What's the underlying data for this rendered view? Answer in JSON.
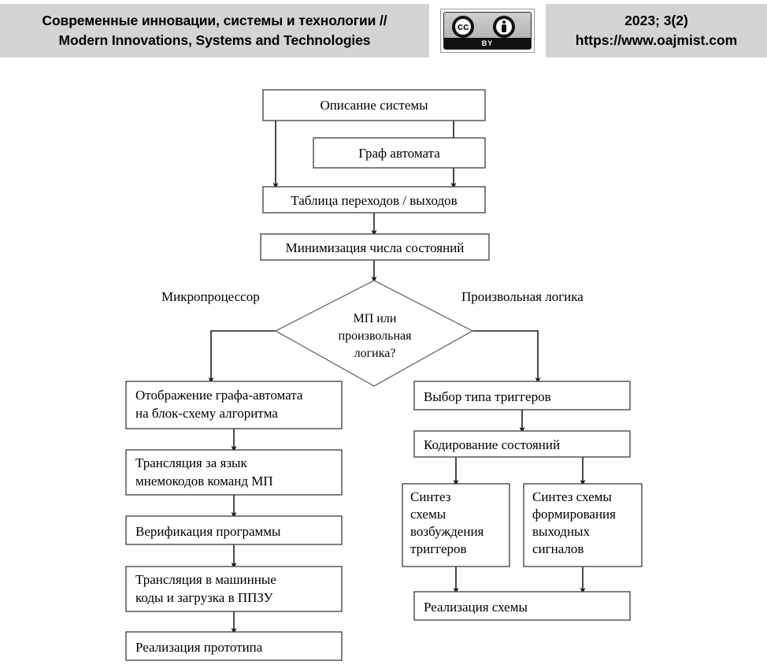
{
  "header": {
    "title_line1": "Современные инновации, системы и технологии //",
    "title_line2": "Modern Innovations, Systems and Technologies",
    "issue": "2023; 3(2)",
    "url": "https://www.oajmist.com",
    "license_badge": {
      "mark": "cc",
      "attribution_abbr": "BY",
      "icon": "creative-commons-by-icon"
    }
  },
  "diagram": {
    "type": "flowchart",
    "nodes": {
      "system_description": "Описание системы",
      "automaton_graph": "Граф автомата",
      "transition_table": "Таблица переходов / выходов",
      "state_minimization": "Минимизация числа состояний",
      "decision_line1": "МП или",
      "decision_line2": "произвольная",
      "decision_line3": "логика?",
      "mp_mapping_line1": "Отображение графа-автомата",
      "mp_mapping_line2": "на блок-схему алгоритма",
      "mp_translate_line1": "Трансляция за язык",
      "mp_translate_line2": "мнемокодов команд МП",
      "mp_verify": "Верификация программы",
      "mp_machine_code_line1": "Трансляция в машинные",
      "mp_machine_code_line2": "коды и загрузка в ППЗУ",
      "mp_prototype": "Реализация  прототипа",
      "logic_trigger_type": "Выбор типа триггеров",
      "logic_state_encoding": "Кодирование состояний",
      "logic_excite_line1": "Синтез",
      "logic_excite_line2": "схемы",
      "logic_excite_line3": "возбуждения",
      "logic_excite_line4": "триггеров",
      "logic_output_line1": "Синтез схемы",
      "logic_output_line2": "формирования",
      "logic_output_line3": "выходных",
      "logic_output_line4": "сигналов",
      "logic_realization": "Реализация  схемы"
    },
    "branch_labels": {
      "left": "Микропроцессор",
      "right": "Произвольная логика"
    },
    "colors": {
      "box_fill": "#ffffff",
      "box_stroke": "#4a4a4a",
      "connector": "#1a1a1a",
      "header_band": "#d4d4d4"
    }
  }
}
